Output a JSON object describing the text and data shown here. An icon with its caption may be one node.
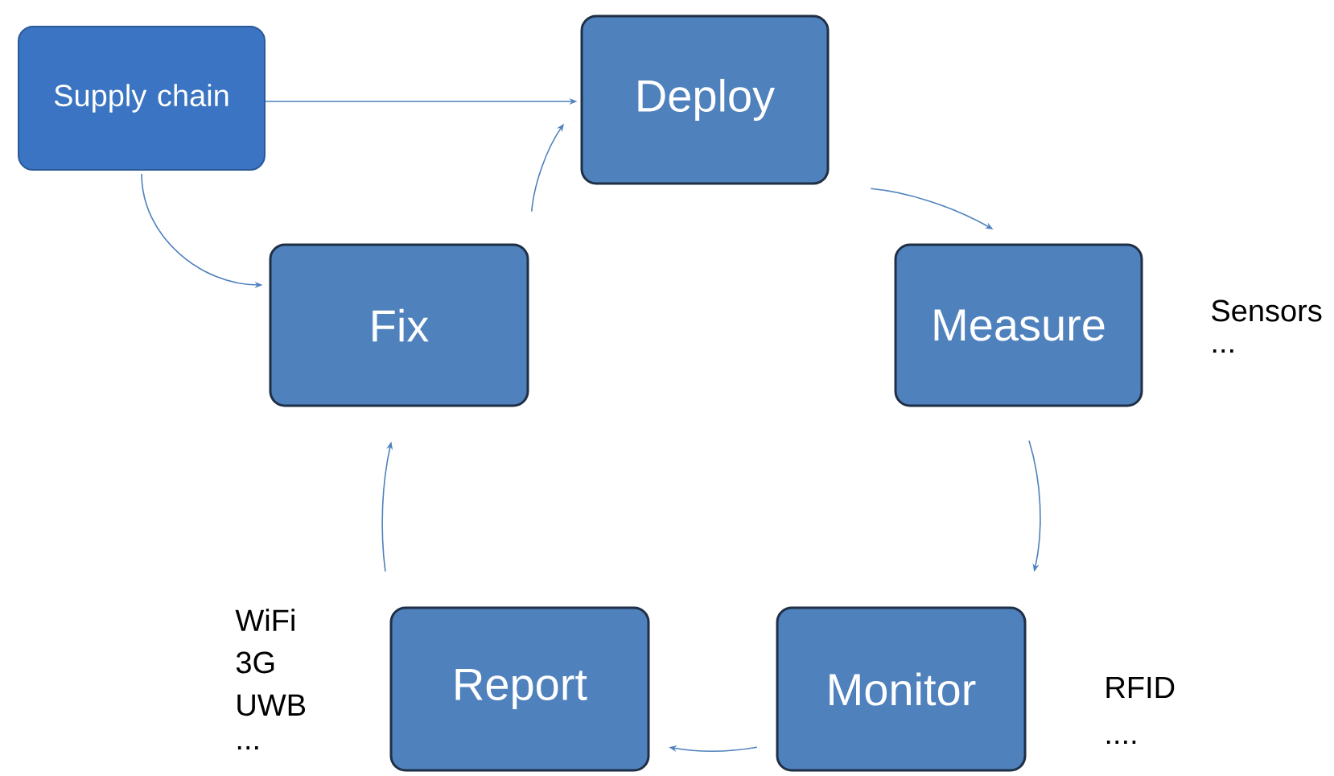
{
  "diagram": {
    "nodes": [
      {
        "text": [
          "Supply chain"
        ]
      },
      {
        "text": [
          "Deploy"
        ]
      },
      {
        "text": [
          "Measure"
        ],
        "beside": [
          "Sensors",
          "..."
        ]
      },
      {
        "text": [
          "Monitor"
        ],
        "beside": [
          "RFID",
          "...."
        ]
      },
      {
        "text": [
          "Report"
        ],
        "beside": [
          "WiFi",
          "3G",
          "UWB",
          "..."
        ]
      },
      {
        "text": [
          "Fix"
        ]
      }
    ],
    "edges": [
      {
        "from": 0,
        "to": 1,
        "arrow": "to"
      },
      {
        "from": 0,
        "to": 5,
        "arrow": "to"
      },
      {
        "from": 1,
        "to": 2,
        "arrow": "to"
      },
      {
        "from": 2,
        "to": 3,
        "arrow": "to"
      },
      {
        "from": 3,
        "to": 4,
        "arrow": "to"
      },
      {
        "from": 4,
        "to": 5,
        "arrow": "to"
      },
      {
        "from": 5,
        "to": 1,
        "arrow": "to"
      }
    ]
  }
}
